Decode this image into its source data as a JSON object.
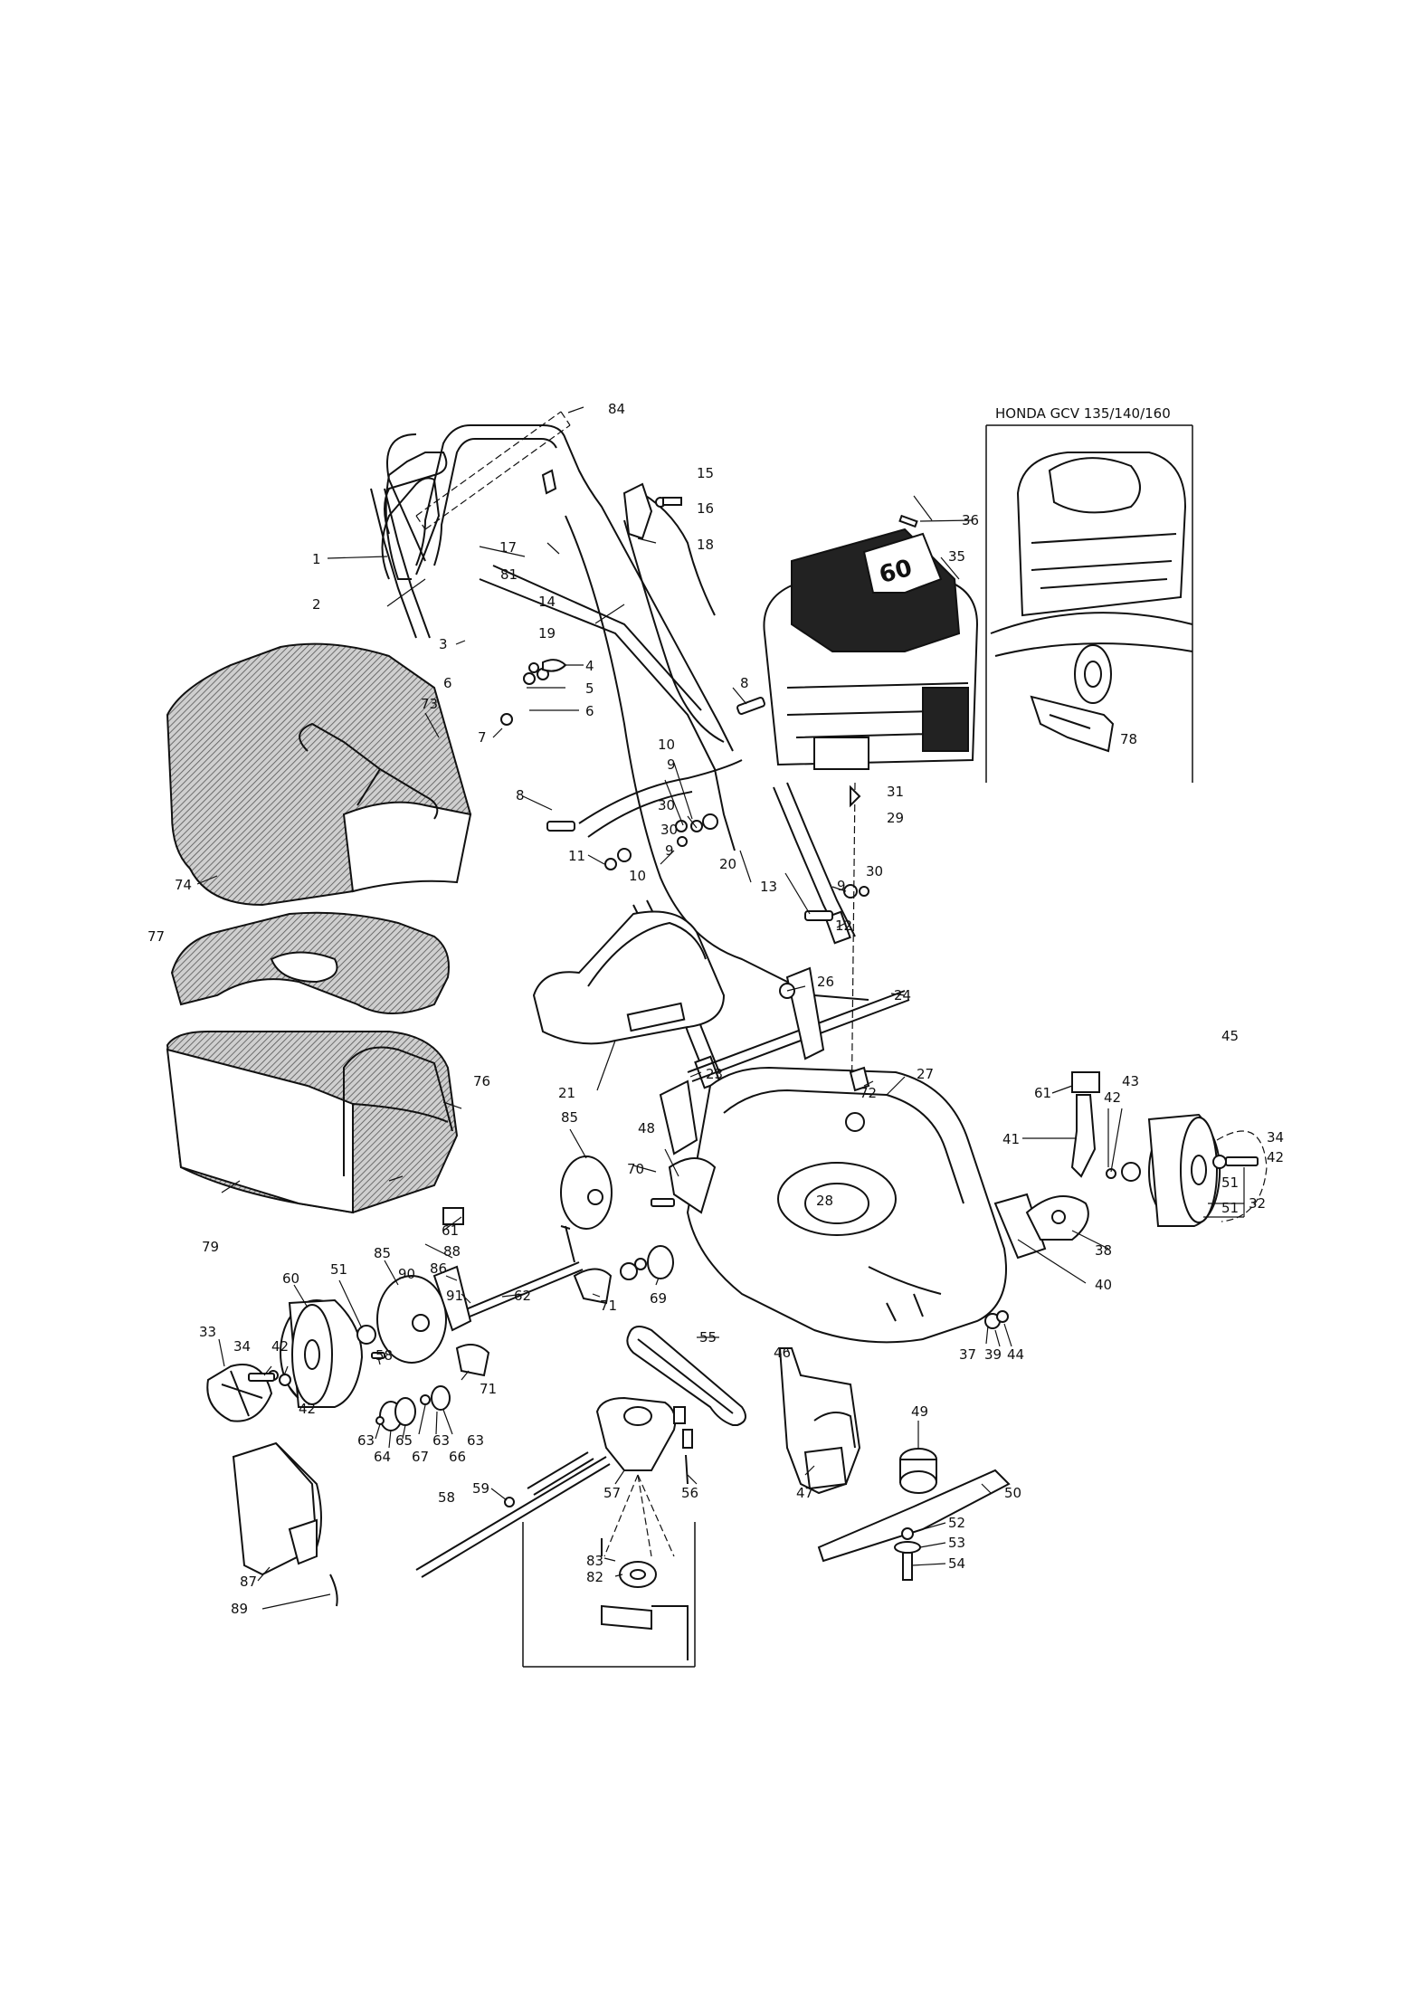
{
  "inset": {
    "engine_title": "HONDA GCV 135/140/160"
  },
  "engine": {
    "badge": "60"
  },
  "callouts": {
    "c1": "1",
    "c2": "2",
    "c3": "3",
    "c4": "4",
    "c5": "5",
    "c6a": "6",
    "c6b": "6",
    "c7": "7",
    "c8a": "8",
    "c8b": "8",
    "c9a": "9",
    "c9b": "9",
    "c9c": "9",
    "c10a": "10",
    "c10b": "10",
    "c11": "11",
    "c12": "12",
    "c13": "13",
    "c14": "14",
    "c15": "15",
    "c16": "16",
    "c17": "17",
    "c18": "18",
    "c19": "19",
    "c20": "20",
    "c21": "21",
    "c23": "23",
    "c24": "24",
    "c26": "26",
    "c27": "27",
    "c28": "28",
    "c29": "29",
    "c30a": "30",
    "c30b": "30",
    "c30c": "30",
    "c31": "31",
    "c32": "32",
    "c33": "33",
    "c34a": "34",
    "c34b": "34",
    "c35": "35",
    "c36": "36",
    "c37": "37",
    "c38": "38",
    "c39": "39",
    "c40": "40",
    "c41": "41",
    "c42a": "42",
    "c42b": "42",
    "c42c": "42",
    "c42d": "42",
    "c43": "43",
    "c44": "44",
    "c45": "45",
    "c46": "46",
    "c47": "47",
    "c48": "48",
    "c49": "49",
    "c50": "50",
    "c51a": "51",
    "c51b": "51",
    "c51c": "51",
    "c52": "52",
    "c53": "53",
    "c54": "54",
    "c55": "55",
    "c56": "56",
    "c57": "57",
    "c58a": "58",
    "c58b": "58",
    "c59": "59",
    "c60": "60",
    "c61a": "61",
    "c61b": "61",
    "c62": "62",
    "c63a": "63",
    "c63b": "63",
    "c63c": "63",
    "c64": "64",
    "c65": "65",
    "c66": "66",
    "c67": "67",
    "c69": "69",
    "c70": "70",
    "c71a": "71",
    "c71b": "71",
    "c72": "72",
    "c73": "73",
    "c74": "74",
    "c76": "76",
    "c77": "77",
    "c78": "78",
    "c79": "79",
    "c81": "81",
    "c82": "82",
    "c83": "83",
    "c84": "84",
    "c85a": "85",
    "c85b": "85",
    "c86": "86",
    "c87": "87",
    "c88": "88",
    "c89": "89",
    "c90": "90",
    "c91": "91"
  }
}
